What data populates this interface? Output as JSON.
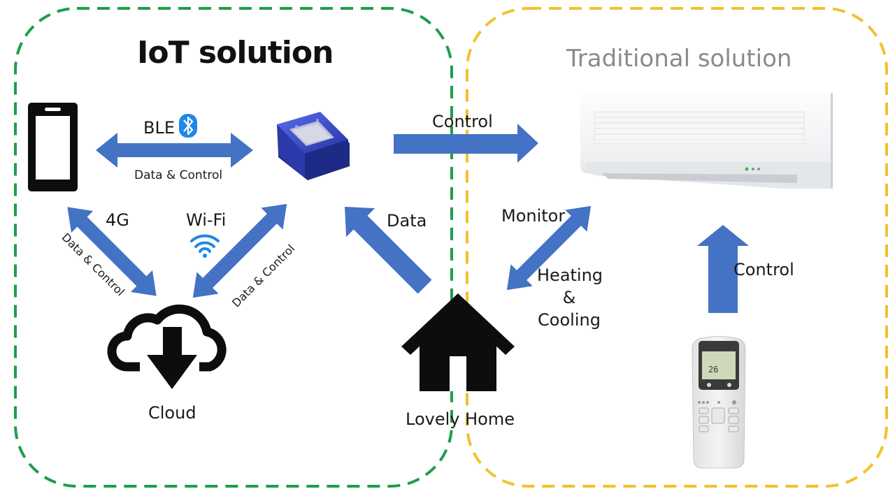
{
  "regions": {
    "iot_title": "IoT solution",
    "traditional_title": "Traditional solution"
  },
  "labels": {
    "ble": "BLE",
    "ble_link": "Data & Control",
    "control_top": "Control",
    "fourg": "4G",
    "wifi": "Wi-Fi",
    "fourg_link": "Data & Control",
    "wifi_link": "Data & Control",
    "data": "Data",
    "monitor": "Monitor",
    "heating": "Heating",
    "amp": "&",
    "cooling": "Cooling",
    "control_remote": "Control",
    "cloud": "Cloud",
    "home": "Lovely Home"
  },
  "remote": {
    "display_temp": "26"
  },
  "colors": {
    "iot_border": "#1e9e4a",
    "traditional_border": "#f2c12e",
    "arrow": "#4472c4",
    "ble_icon": "#1e88e5",
    "wifi_icon": "#1e88e5",
    "device_body": "#3a4fc4"
  },
  "icons": [
    "smartphone-icon",
    "bluetooth-icon",
    "wifi-icon",
    "cloud-download-icon",
    "home-icon",
    "gateway-device-icon",
    "air-conditioner-icon",
    "remote-control-icon"
  ]
}
